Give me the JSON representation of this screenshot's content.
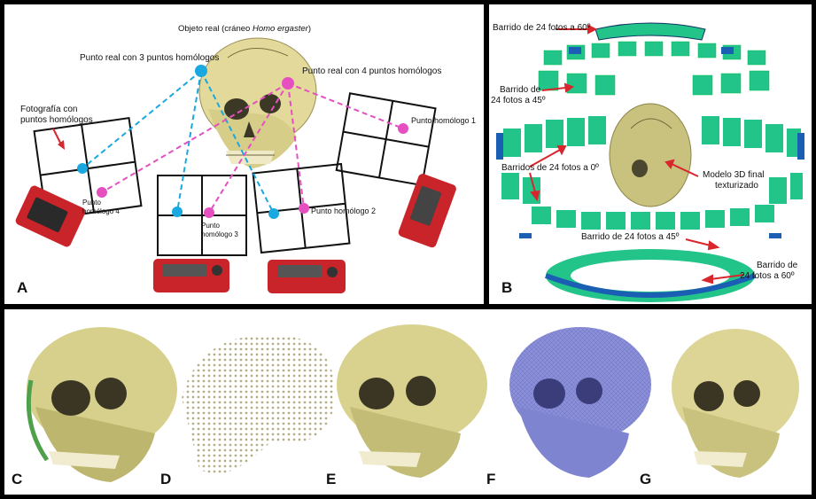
{
  "panel_a": {
    "letter": "A",
    "object_title_prefix": "Objeto real (cráneo ",
    "object_title_italic": "Homo ergaster",
    "object_title_suffix": ")",
    "real_point_3": "Punto real con 3 puntos homólogos",
    "real_point_4": "Punto real con 4 puntos homólogos",
    "photo_label_1": "Fotografía con",
    "photo_label_2": "puntos homólogos",
    "homologous_1": "Punto  homólogo 1",
    "homologous_2": "Punto homólogo 2",
    "homologous_3a": "Punto",
    "homologous_3b": "homólogo 3",
    "homologous_4a": "Punto",
    "homologous_4b": "homólogo 4"
  },
  "panel_b": {
    "letter": "B",
    "sweep_top_60": "Barrido de 24 fotos a 60º",
    "sweep_45_line1": "Barrido de",
    "sweep_45_line2": "24 fotos a 45º",
    "sweep_0": "Barridos de 24 fotos a 0º",
    "model_line1": "Modelo 3D final",
    "model_line2": "texturizado",
    "sweep_low_45": "Barrido de 24 fotos a 45º",
    "sweep_low_60_line1": "Barrido de",
    "sweep_low_60_line2": "24 fotos a 60º"
  },
  "panel_bottom": {
    "letter_c": "C",
    "letter_d": "D",
    "letter_e": "E",
    "letter_f": "F",
    "letter_g": "G"
  },
  "colors": {
    "cyan": "#19a8e0",
    "magenta": "#e64fc0",
    "camera_red": "#d8262c",
    "card_green": "#22c48a",
    "skull_yellow": "#ddd58e",
    "mesh_blue": "#8a8fd8"
  }
}
